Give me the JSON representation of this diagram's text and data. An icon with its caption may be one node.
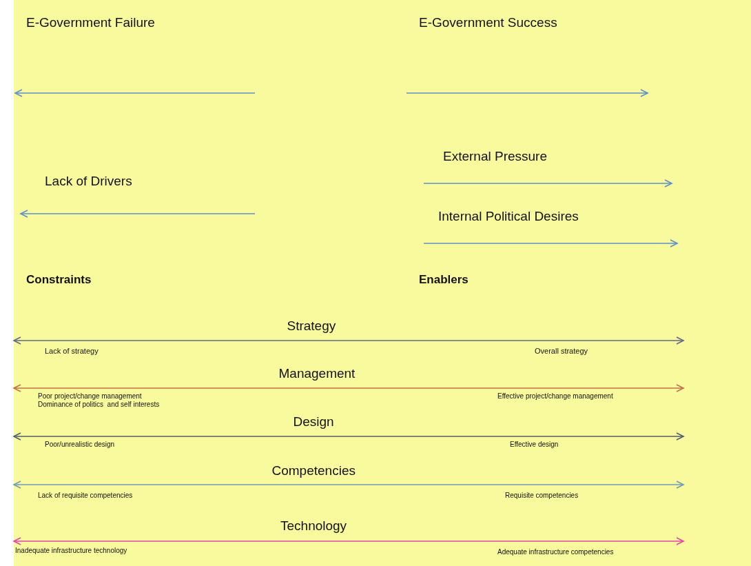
{
  "diagram": {
    "labels": [
      "E-Government Failure",
      "E-Government Success",
      "External Pressure",
      "Lack of Drivers",
      "Internal Political Desires",
      "Constraints",
      "Enablers",
      "Strategy",
      "Lack of strategy",
      "Overall strategy",
      "Management",
      "Poor project/change management",
      "Dominance of politics  and self interests",
      "Effective project/change management",
      "Design",
      "Poor/unrealistic design",
      "Effective design",
      "Competencies",
      "Lack of requisite competencies",
      "Requisite competencies",
      "Technology",
      "Inadequate infrastructure technology",
      "Adequate infrastructure competencies"
    ]
  }
}
